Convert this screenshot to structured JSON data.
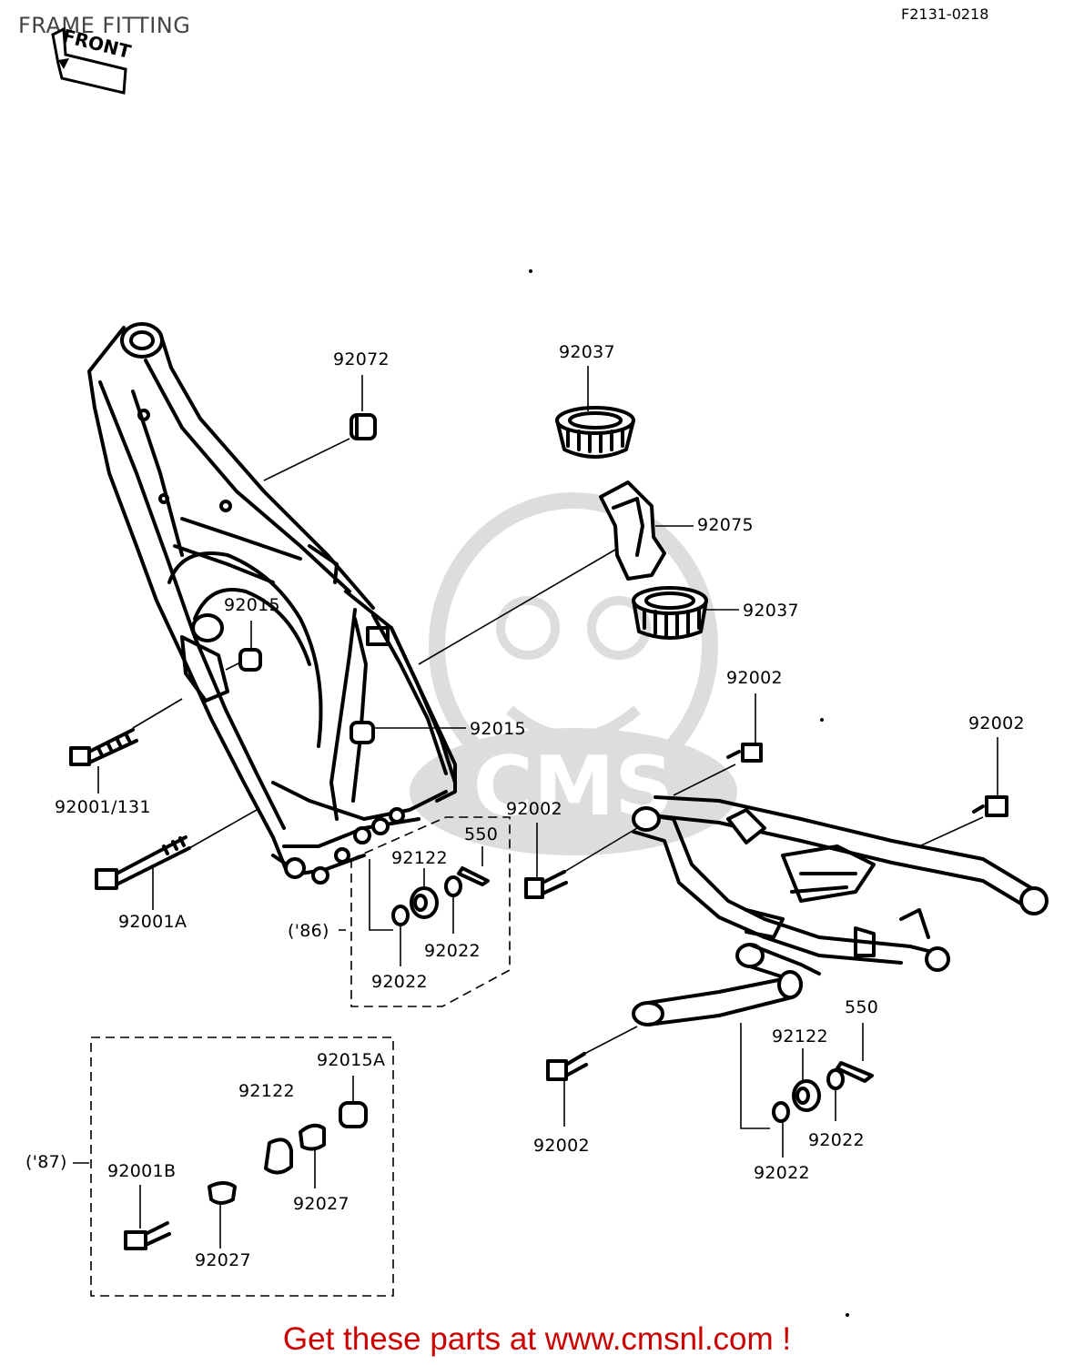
{
  "header": {
    "title": "FRAME FITTING",
    "diagram_code": "F2131-0218",
    "front_marker": "FRONT"
  },
  "footer": {
    "text": "Get these parts at www.cmsnl.com !"
  },
  "watermark_text": "CMS",
  "group_labels": {
    "y86": "('86)",
    "y87": "('87)"
  },
  "callouts": {
    "c92072": "92072",
    "c92037_top": "92037",
    "c92075": "92075",
    "c92037_mid": "92037",
    "c92015_a": "92015",
    "c92015_b": "92015",
    "c92002_a": "92002",
    "c92002_b": "92002",
    "c92001_131": "92001/131",
    "c92002_c": "92002",
    "c550_a": "550",
    "c92122_a": "92122",
    "c92001A": "92001A",
    "c92022_a": "92022",
    "c92022_b": "92022",
    "c550_b": "550",
    "c92122_b": "92122",
    "c92015A": "92015A",
    "c92122_c": "92122",
    "c92001B": "92001B",
    "c92027_a": "92027",
    "c92027_b": "92027",
    "c92002_d": "92002",
    "c92022_c": "92022",
    "c92022_d": "92022"
  }
}
